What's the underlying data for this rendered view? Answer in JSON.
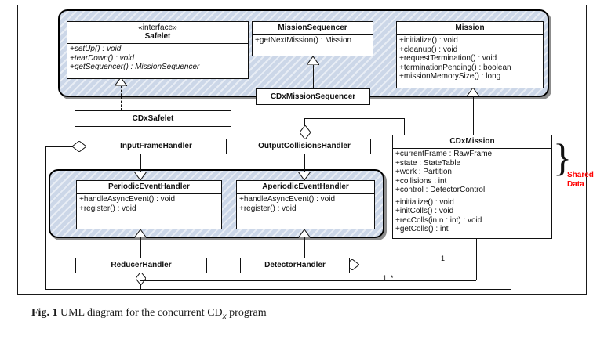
{
  "figure": {
    "caption_label": "Fig. 1",
    "caption_text_before": "UML diagram for the concurrent CD",
    "caption_subscript": "x",
    "caption_text_after": "program"
  },
  "annotations": {
    "shared_data_line1": "Shared",
    "shared_data_line2": "Data",
    "shared_data_color": "#ff0000",
    "mult_one": "1",
    "mult_one_to_many": "1..*"
  },
  "palette": {
    "package_fill": "#ccd7e8",
    "class_fill": "#ffffff",
    "line": "#111111"
  },
  "classes": [
    {
      "id": "safelet",
      "stereotype": "«interface»",
      "name": "Safelet",
      "attributes": [],
      "operations": [
        "+setUp() : void",
        "+tearDown() : void",
        "+getSequencer() : MissionSequencer"
      ],
      "italic_ops": true
    },
    {
      "id": "missionsequencer",
      "stereotype": "",
      "name": "MissionSequencer",
      "attributes": [],
      "operations": [
        "+getNextMission() : Mission"
      ],
      "italic_ops": false
    },
    {
      "id": "mission",
      "stereotype": "",
      "name": "Mission",
      "attributes": [],
      "operations": [
        "+initialize() : void",
        "+cleanup() : void",
        "+requestTermination() : void",
        "+terminationPending() : boolean",
        "+missionMemorySize() : long"
      ],
      "italic_ops": false
    },
    {
      "id": "cdxmissionsequencer",
      "stereotype": "",
      "name": "CDxMissionSequencer",
      "attributes": [],
      "operations": [],
      "italic_ops": false
    },
    {
      "id": "cdxsafelet",
      "stereotype": "",
      "name": "CDxSafelet",
      "attributes": [],
      "operations": [],
      "italic_ops": false
    },
    {
      "id": "inputframehandler",
      "stereotype": "",
      "name": "InputFrameHandler",
      "attributes": [],
      "operations": [],
      "italic_ops": false
    },
    {
      "id": "outputcollisionshandler",
      "stereotype": "",
      "name": "OutputCollisionsHandler",
      "attributes": [],
      "operations": [],
      "italic_ops": false
    },
    {
      "id": "cdxmission",
      "stereotype": "",
      "name": "CDxMission",
      "attributes": [
        "+currentFrame : RawFrame",
        "+state : StateTable",
        "+work : Partition",
        "+collisions : int",
        "+control : DetectorControl"
      ],
      "operations": [
        "+initialize() : void",
        "+initColls() : void",
        "+recColls(in n : int) : void",
        "+getColls() : int"
      ],
      "italic_ops": false
    },
    {
      "id": "periodiceventhandler",
      "stereotype": "",
      "name": "PeriodicEventHandler",
      "attributes": [],
      "operations": [
        "+handleAsyncEvent() : void",
        "+register() : void"
      ],
      "italic_ops": false
    },
    {
      "id": "aperiodiceventhandler",
      "stereotype": "",
      "name": "AperiodicEventHandler",
      "attributes": [],
      "operations": [
        "+handleAsyncEvent() : void",
        "+register() : void"
      ],
      "italic_ops": false
    },
    {
      "id": "reducerhandler",
      "stereotype": "",
      "name": "ReducerHandler",
      "attributes": [],
      "operations": [],
      "italic_ops": false
    },
    {
      "id": "detectorhandler",
      "stereotype": "",
      "name": "DetectorHandler",
      "attributes": [],
      "operations": [],
      "italic_ops": false
    }
  ]
}
